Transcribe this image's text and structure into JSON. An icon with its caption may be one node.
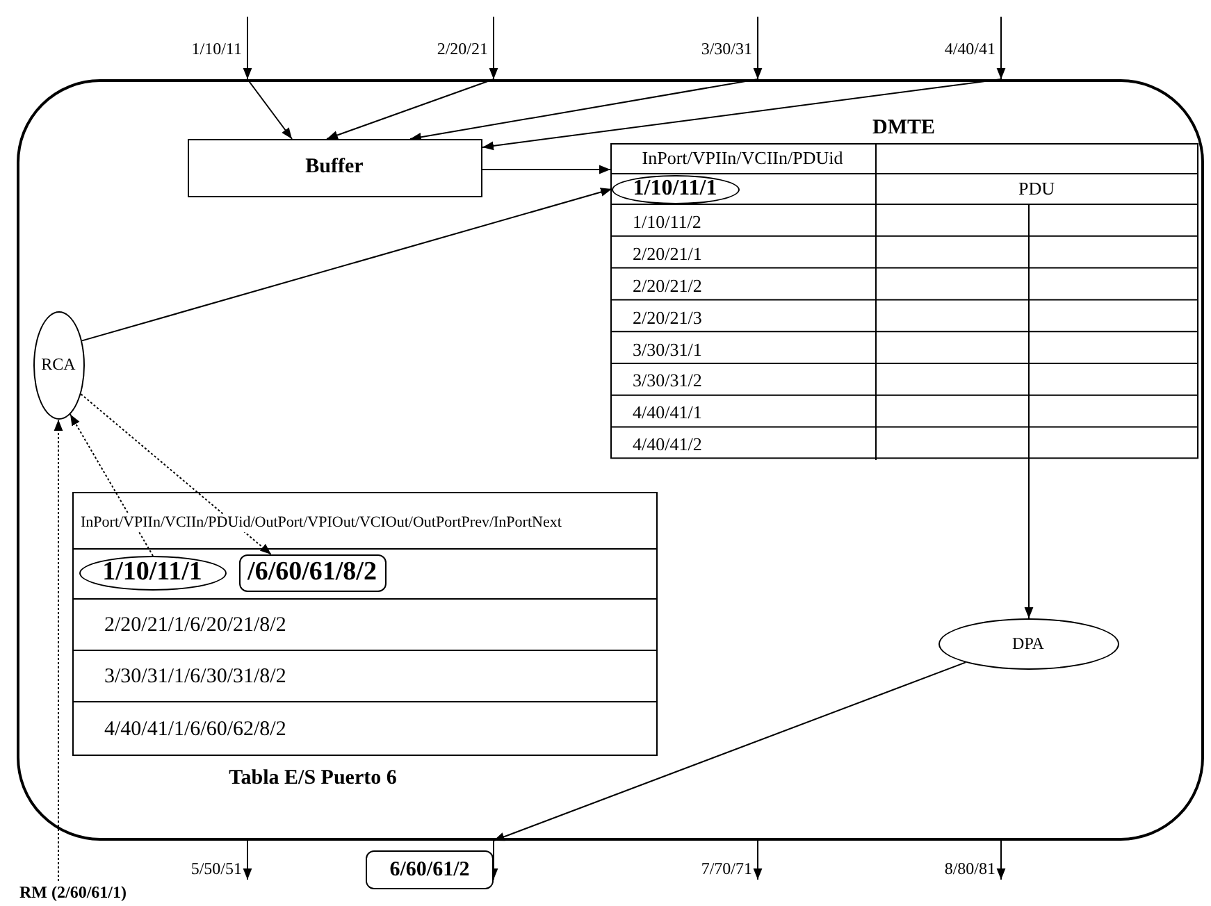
{
  "diagram": {
    "nodes": [
      {
        "text": [],
        "shape": "box"
      },
      {
        "text": [
          "Buffer"
        ],
        "in": 0
      },
      {
        "text": [
          "DMTE"
        ],
        "in": 0
      },
      {
        "text": [
          "InPort/VPIIn/VCIIn/PDUid"
        ],
        "in": 2
      },
      {
        "text": [
          "1/10/11/1"
        ],
        "in": 2
      },
      {
        "text": [
          "PDU"
        ],
        "in": 2
      },
      {
        "text": [
          "RCA"
        ],
        "in": 0
      },
      {
        "text": [
          "Tabla E/S Puerto 6"
        ],
        "in": 0
      },
      {
        "text": [
          "1/10/11/1"
        ],
        "in": 7
      },
      {
        "text": [
          "/6/60/61/8/2"
        ],
        "in": 7
      },
      {
        "text": [
          "DPA"
        ],
        "in": 0
      },
      {
        "text": [
          "RM (2/60/61/1)"
        ]
      },
      {
        "text": [
          "6/60/61/2"
        ]
      }
    ],
    "edges": [
      {
        "from": null,
        "to": 0,
        "arrow": "to",
        "label": "1/10/11"
      },
      {
        "from": null,
        "to": 0,
        "arrow": "to",
        "label": "2/20/21"
      },
      {
        "from": null,
        "to": 0,
        "arrow": "to",
        "label": "3/30/31"
      },
      {
        "from": null,
        "to": 0,
        "arrow": "to",
        "label": "4/40/41"
      },
      {
        "from": 0,
        "to": 1,
        "arrow": "to"
      },
      {
        "from": 0,
        "to": 1,
        "arrow": "to"
      },
      {
        "from": 0,
        "to": 1,
        "arrow": "to"
      },
      {
        "from": 0,
        "to": 1,
        "arrow": "to"
      },
      {
        "from": 1,
        "to": 3,
        "arrow": "to"
      },
      {
        "from": 6,
        "to": 4,
        "arrow": "to"
      },
      {
        "from": 5,
        "to": 10,
        "arrow": "to"
      },
      {
        "from": 10,
        "to": 0,
        "arrow": "to"
      },
      {
        "from": 0,
        "to": null,
        "arrow": "to",
        "label": "5/50/51"
      },
      {
        "from": 0,
        "to": 12,
        "arrow": "to"
      },
      {
        "from": 0,
        "to": null,
        "arrow": "to",
        "label": "7/70/71"
      },
      {
        "from": 0,
        "to": null,
        "arrow": "to",
        "label": "8/80/81"
      },
      {
        "from": 11,
        "to": 6,
        "arrow": "to",
        "style": "dashed"
      },
      {
        "from": 8,
        "to": 6,
        "arrow": "to",
        "style": "dashed"
      },
      {
        "from": 6,
        "to": 9,
        "arrow": "to",
        "style": "dashed"
      }
    ],
    "labels": [
      "1/10/11/2",
      "2/20/21/1",
      "2/20/21/2",
      "2/20/21/3",
      "3/30/31/1",
      "3/30/31/2",
      "4/40/41/1",
      "4/40/41/2",
      "InPort/VPIIn/VCIIn/PDUid/OutPort/VPIOut/VCIOut/OutPortPrev/InPortNext",
      "2/20/21/1/6/20/21/8/2",
      "3/30/31/1/6/30/31/8/2",
      "4/40/41/1/6/60/62/8/2"
    ]
  }
}
